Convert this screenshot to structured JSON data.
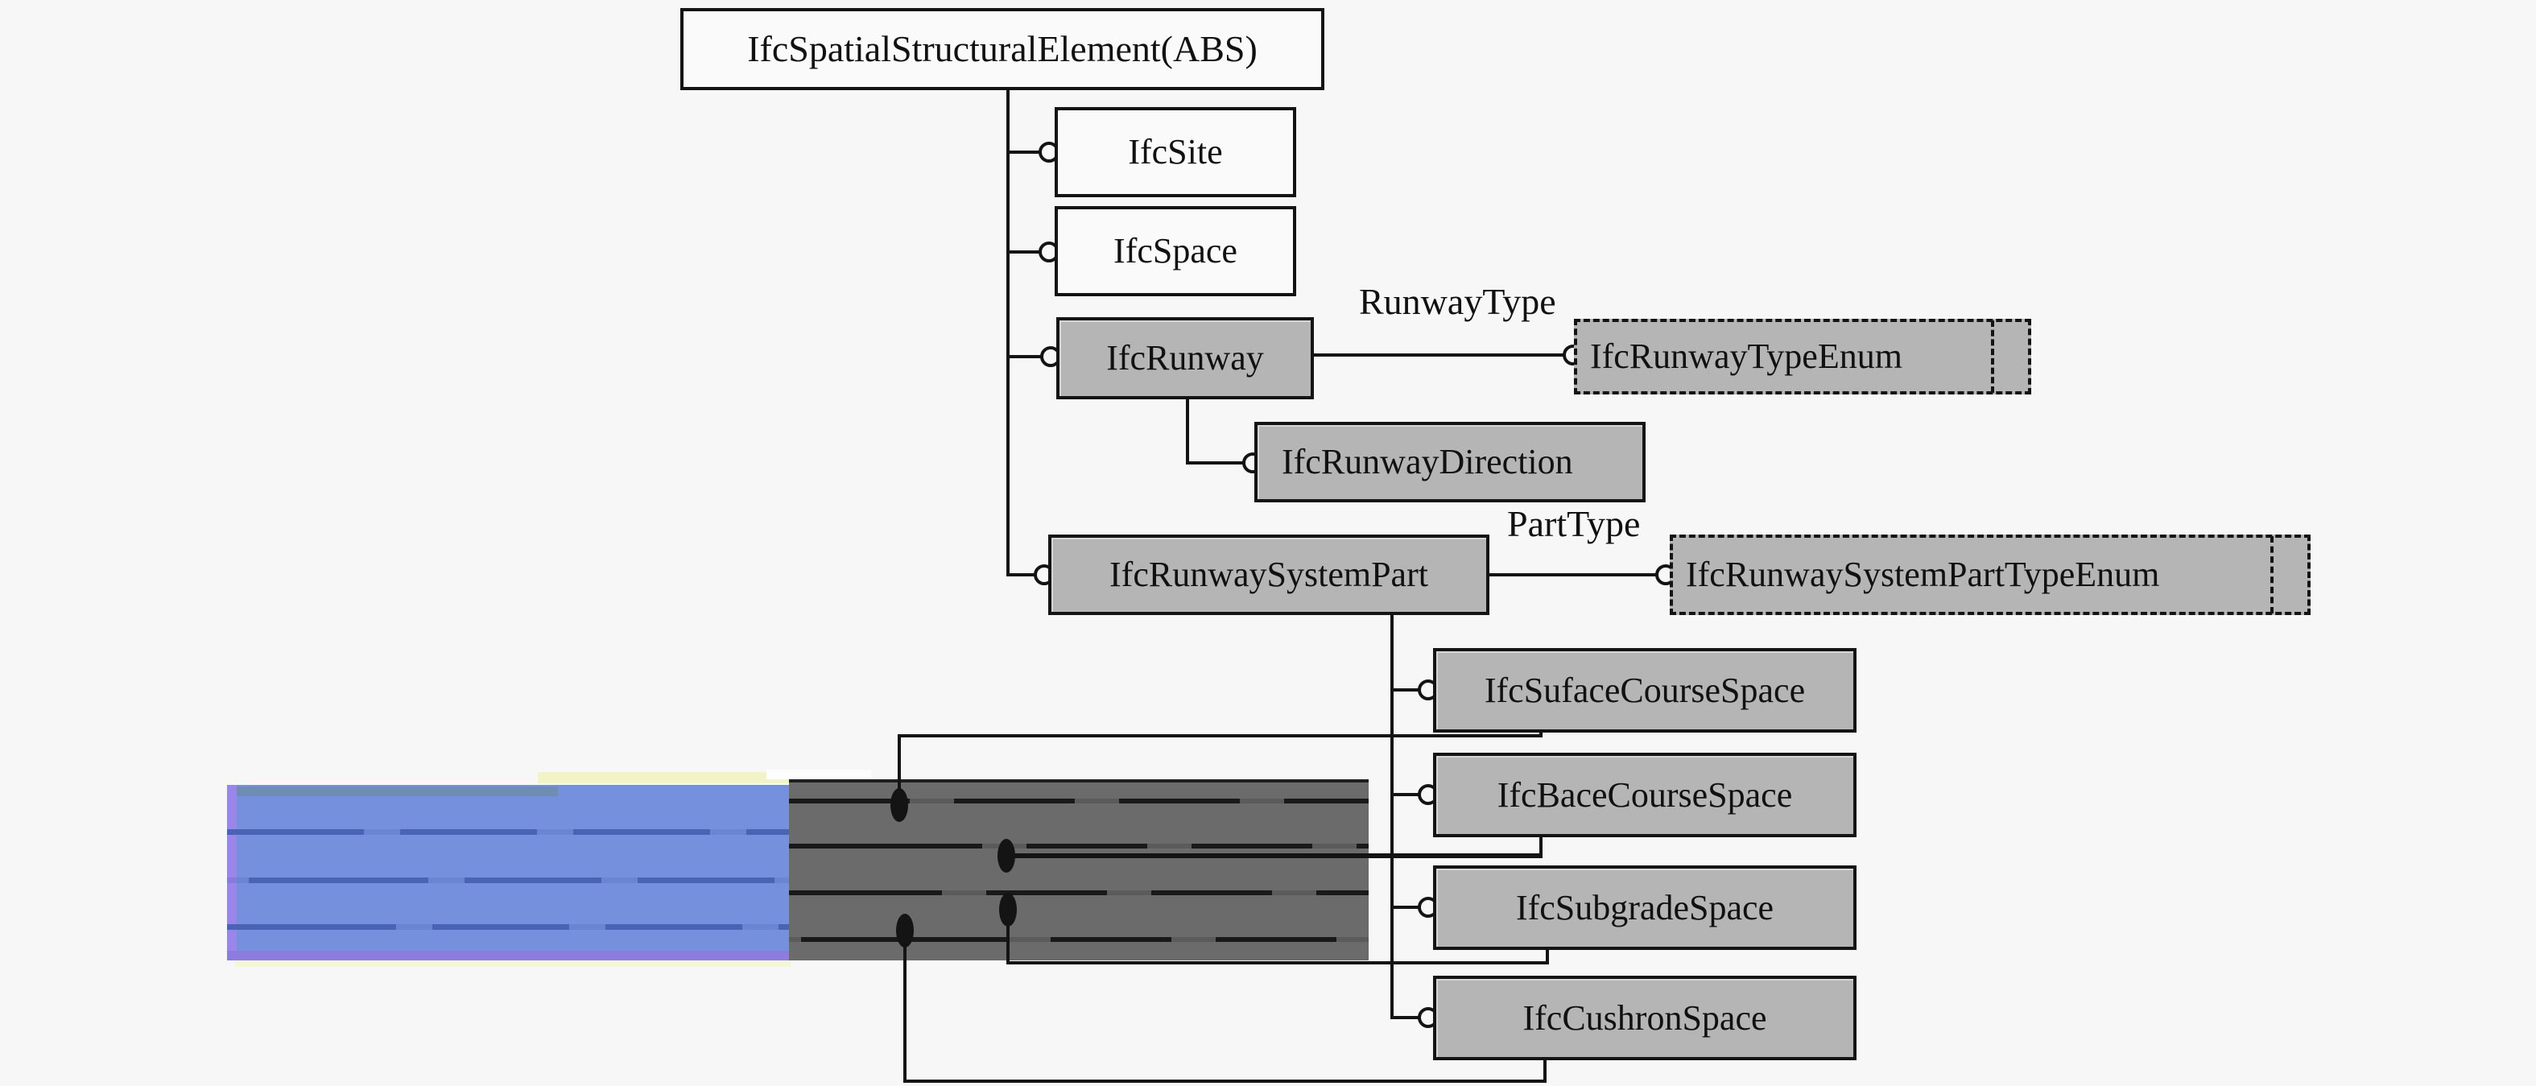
{
  "diagram": {
    "type": "class-hierarchy",
    "root": "IfcSpatialStructuralElement(ABS)",
    "description": "Proposed IFC spatial structure extension for airport runways with layered pavement illustration"
  },
  "nodes": {
    "abs": {
      "label": "IfcSpatialStructuralElement(ABS)",
      "kind": "abstract-class",
      "fill": "white",
      "border": "solid"
    },
    "site": {
      "label": "IfcSite",
      "kind": "class",
      "fill": "white",
      "border": "solid"
    },
    "space": {
      "label": "IfcSpace",
      "kind": "class",
      "fill": "white",
      "border": "solid"
    },
    "runway": {
      "label": "IfcRunway",
      "kind": "proposed-class",
      "fill": "gray",
      "border": "solid"
    },
    "runway_type_enum": {
      "label": "IfcRunwayTypeEnum",
      "kind": "proposed-enum",
      "fill": "gray",
      "border": "dashed"
    },
    "runway_direction": {
      "label": "IfcRunwayDirection",
      "kind": "proposed-class",
      "fill": "gray",
      "border": "solid"
    },
    "runway_system_part": {
      "label": "IfcRunwaySystemPart",
      "kind": "proposed-class",
      "fill": "gray",
      "border": "solid"
    },
    "runway_system_part_type_enum": {
      "label": "IfcRunwaySystemPartTypeEnum",
      "kind": "proposed-enum",
      "fill": "gray",
      "border": "dashed"
    },
    "suface_course_space": {
      "label": "IfcSufaceCourseSpace",
      "kind": "proposed-class",
      "fill": "gray",
      "border": "solid"
    },
    "bace_course_space": {
      "label": "IfcBaceCourseSpace",
      "kind": "proposed-class",
      "fill": "gray",
      "border": "solid"
    },
    "subgrade_space": {
      "label": "IfcSubgradeSpace",
      "kind": "proposed-class",
      "fill": "gray",
      "border": "solid"
    },
    "cushron_space": {
      "label": "IfcCushronSpace",
      "kind": "proposed-class",
      "fill": "gray",
      "border": "solid"
    }
  },
  "edge_labels": {
    "runway_type": "RunwayType",
    "part_type": "PartType"
  },
  "edges": [
    {
      "from": "abs",
      "to": "site",
      "marker": "open-circle"
    },
    {
      "from": "abs",
      "to": "space",
      "marker": "open-circle"
    },
    {
      "from": "abs",
      "to": "runway",
      "marker": "open-circle"
    },
    {
      "from": "abs",
      "to": "runway_system_part",
      "marker": "open-circle"
    },
    {
      "from": "runway",
      "to": "runway_type_enum",
      "marker": "open-circle",
      "label": "RunwayType"
    },
    {
      "from": "runway",
      "to": "runway_direction",
      "marker": "open-circle"
    },
    {
      "from": "runway_system_part",
      "to": "runway_system_part_type_enum",
      "marker": "open-circle",
      "label": "PartType"
    },
    {
      "from": "runway_system_part",
      "to": "suface_course_space",
      "marker": "open-circle"
    },
    {
      "from": "runway_system_part",
      "to": "bace_course_space",
      "marker": "open-circle"
    },
    {
      "from": "runway_system_part",
      "to": "subgrade_space",
      "marker": "open-circle"
    },
    {
      "from": "pavement-layer-1",
      "to": "suface_course_space",
      "marker": "filled-dot"
    },
    {
      "from": "pavement-layer-2",
      "to": "bace_course_space",
      "marker": "filled-dot"
    },
    {
      "from": "pavement-layer-3",
      "to": "subgrade_space",
      "marker": "filled-dot"
    },
    {
      "from": "pavement-layer-4",
      "to": "cushron_space",
      "marker": "filled-dot"
    },
    {
      "from": "runway_system_part",
      "to": "cushron_space",
      "marker": "open-circle"
    }
  ],
  "illustration": {
    "name": "runway-pavement-cross-section",
    "left_half": "blue pavement block",
    "right_half": "dark gray pavement block",
    "layer_dots": 4
  },
  "colors": {
    "background": "#f7f7f7",
    "node_fill_white": "#fafafa",
    "node_fill_gray": "#b5b5b5",
    "line": "#141414",
    "pavement_blue": "#7590dc",
    "pavement_gray": "#6b6b6b",
    "pavement_edge_purple": "#9a86e8",
    "pavement_sliver_yellow": "#f2f4c8",
    "blue_layer_line": "#4a63b2"
  }
}
